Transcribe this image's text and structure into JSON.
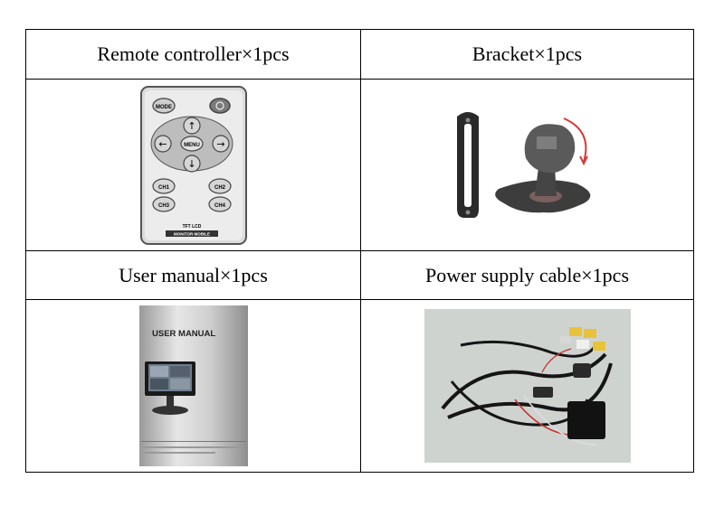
{
  "items": [
    {
      "label": "Remote controller×1pcs"
    },
    {
      "label": "Bracket×1pcs"
    },
    {
      "label": "User manual×1pcs"
    },
    {
      "label": "Power supply cable×1pcs"
    }
  ],
  "remote": {
    "mode": "MODE",
    "menu": "MENU",
    "ch1": "CH1",
    "ch2": "CH2",
    "ch3": "CH3",
    "ch4": "CH4",
    "brand1": "TFT LCD",
    "brand2": "MONITOR MOBILE"
  },
  "manual": {
    "title": "USER MANUAL"
  }
}
